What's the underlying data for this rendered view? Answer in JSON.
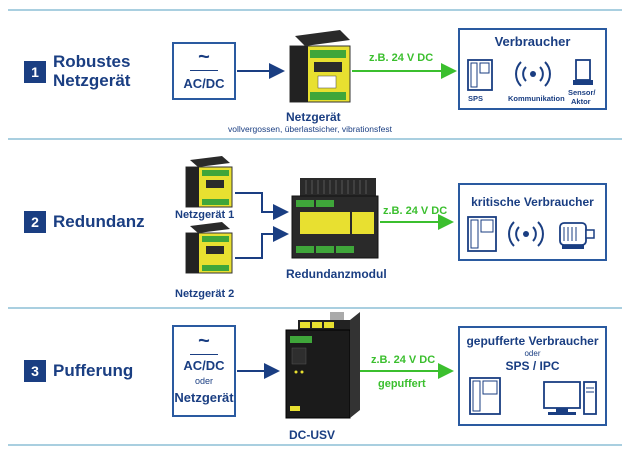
{
  "sections": [
    {
      "number": "1",
      "title_line1": "Robustes",
      "title_line2": "Netzgerät",
      "source_box": {
        "symbol": "~",
        "label": "AC/DC"
      },
      "device_label": "Netzgerät",
      "device_sublabel": "vollvergossen, überlastsicher, vibrationsfest",
      "voltage_label": "z.B. 24 V DC",
      "consumer_box": {
        "title": "Verbraucher",
        "items": [
          "SPS",
          "Kommunikation",
          "Sensor/",
          "Aktor"
        ]
      }
    },
    {
      "number": "2",
      "title": "Redundanz",
      "psu1_label": "Netzgerät 1",
      "psu2_label": "Netzgerät 2",
      "module_label": "Redundanzmodul",
      "voltage_label": "z.B. 24 V DC",
      "consumer_box": {
        "title": "kritische Verbraucher"
      }
    },
    {
      "number": "3",
      "title": "Pufferung",
      "source_box": {
        "symbol": "~",
        "line1": "AC/DC",
        "line2": "oder",
        "line3": "Netzgerät"
      },
      "device_label": "DC-USV",
      "voltage_label": "z.B. 24 V DC",
      "buffered_label": "gepuffert",
      "consumer_box": {
        "title": "gepufferte Verbraucher",
        "or": "oder",
        "subtitle": "SPS / IPC"
      }
    }
  ],
  "colors": {
    "navy": "#1a3e82",
    "green": "#3bbf2e",
    "separator": "#a9cfe0",
    "device_yellow": "#e8e030"
  }
}
